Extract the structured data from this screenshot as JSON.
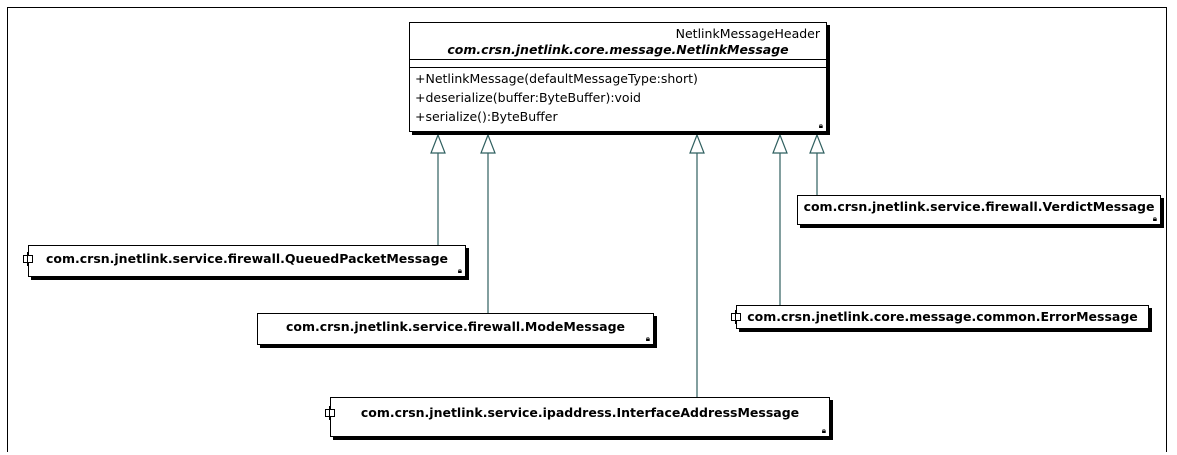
{
  "main_class": {
    "stereotype": "NetlinkMessageHeader",
    "name": "com.crsn.jnetlink.core.message.NetlinkMessage",
    "operations": [
      "+NetlinkMessage(defaultMessageType:short)",
      "+deserialize(buffer:ByteBuffer):void",
      "+serialize():ByteBuffer"
    ]
  },
  "subclasses": {
    "queued": "com.crsn.jnetlink.service.firewall.QueuedPacketMessage",
    "mode": "com.crsn.jnetlink.service.firewall.ModeMessage",
    "iface": "com.crsn.jnetlink.service.ipaddress.InterfaceAddressMessage",
    "verdict": "com.crsn.jnetlink.service.firewall.VerdictMessage",
    "error": "com.crsn.jnetlink.core.message.common.ErrorMessage"
  },
  "icons": {
    "lock": "lock-icon",
    "component": "component-icon"
  },
  "colors": {
    "edge": "#2f5f5f",
    "border": "#000000"
  }
}
